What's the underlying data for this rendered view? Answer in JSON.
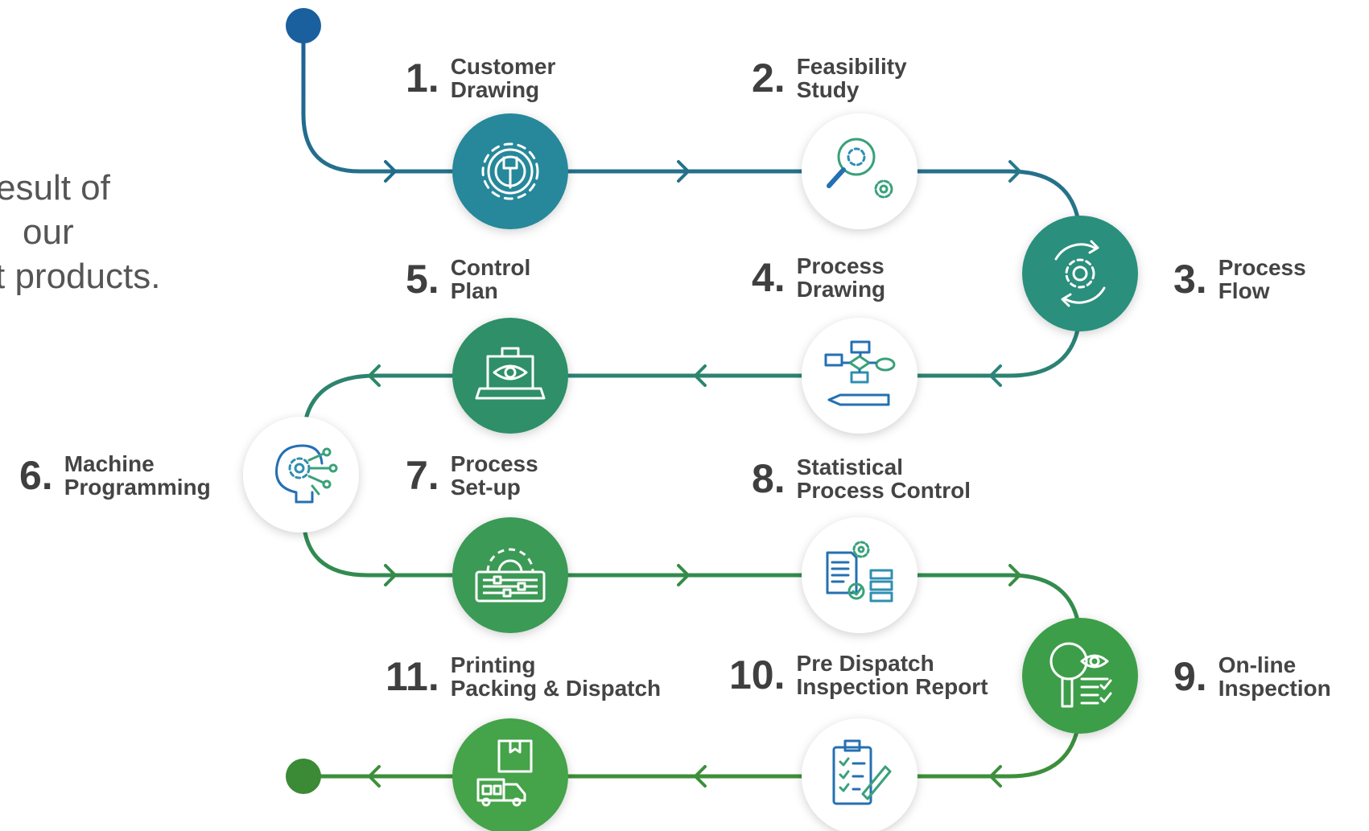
{
  "intro": {
    "lines": [
      "esult of",
      "our",
      "t products."
    ]
  },
  "colors": {
    "track_blue": "#1f6c8c",
    "track_teal": "#2c8a7a",
    "track_green": "#3f8f3f",
    "start_dot": "#1a5f9e",
    "end_dot": "#3b8a35",
    "numbers": "#3f3f3f"
  },
  "steps": [
    {
      "number": "1.",
      "line1": "Customer",
      "line2": "Drawing",
      "icon": "gear-wrench-icon",
      "circle_style": "filled",
      "fill": "#27889a"
    },
    {
      "number": "2.",
      "line1": "Feasibility",
      "line2": "Study",
      "icon": "magnifier-gears-icon",
      "circle_style": "outlined",
      "fill": "#ffffff"
    },
    {
      "number": "3.",
      "line1": "Process",
      "line2": "Flow",
      "icon": "gear-cycle-icon",
      "circle_style": "filled",
      "fill": "#2b8f7c"
    },
    {
      "number": "4.",
      "line1": "Process",
      "line2": "Drawing",
      "icon": "flowchart-pencil-icon",
      "circle_style": "outlined",
      "fill": "#ffffff"
    },
    {
      "number": "5.",
      "line1": "Control",
      "line2": "Plan",
      "icon": "laptop-eye-icon",
      "circle_style": "filled",
      "fill": "#2f8f68"
    },
    {
      "number": "6.",
      "line1": "Machine",
      "line2": "Programming",
      "icon": "head-gear-circuit-icon",
      "circle_style": "outlined",
      "fill": "#ffffff"
    },
    {
      "number": "7.",
      "line1": "Process",
      "line2": "Set-up",
      "icon": "gear-control-panel-icon",
      "circle_style": "filled",
      "fill": "#3a9a55"
    },
    {
      "number": "8.",
      "line1": "Statistical",
      "line2": "Process Control",
      "icon": "document-gear-chart-icon",
      "circle_style": "outlined",
      "fill": "#ffffff"
    },
    {
      "number": "9.",
      "line1": "On-line",
      "line2": "Inspection",
      "icon": "magnifier-eye-checklist-icon",
      "circle_style": "filled",
      "fill": "#3e9e48"
    },
    {
      "number": "10.",
      "line1": "Pre Dispatch",
      "line2": "Inspection Report",
      "icon": "clipboard-checklist-icon",
      "circle_style": "outlined",
      "fill": "#ffffff"
    },
    {
      "number": "11.",
      "line1": "Printing",
      "line2": "Packing & Dispatch",
      "icon": "box-truck-icon",
      "circle_style": "filled",
      "fill": "#44a34a"
    }
  ]
}
